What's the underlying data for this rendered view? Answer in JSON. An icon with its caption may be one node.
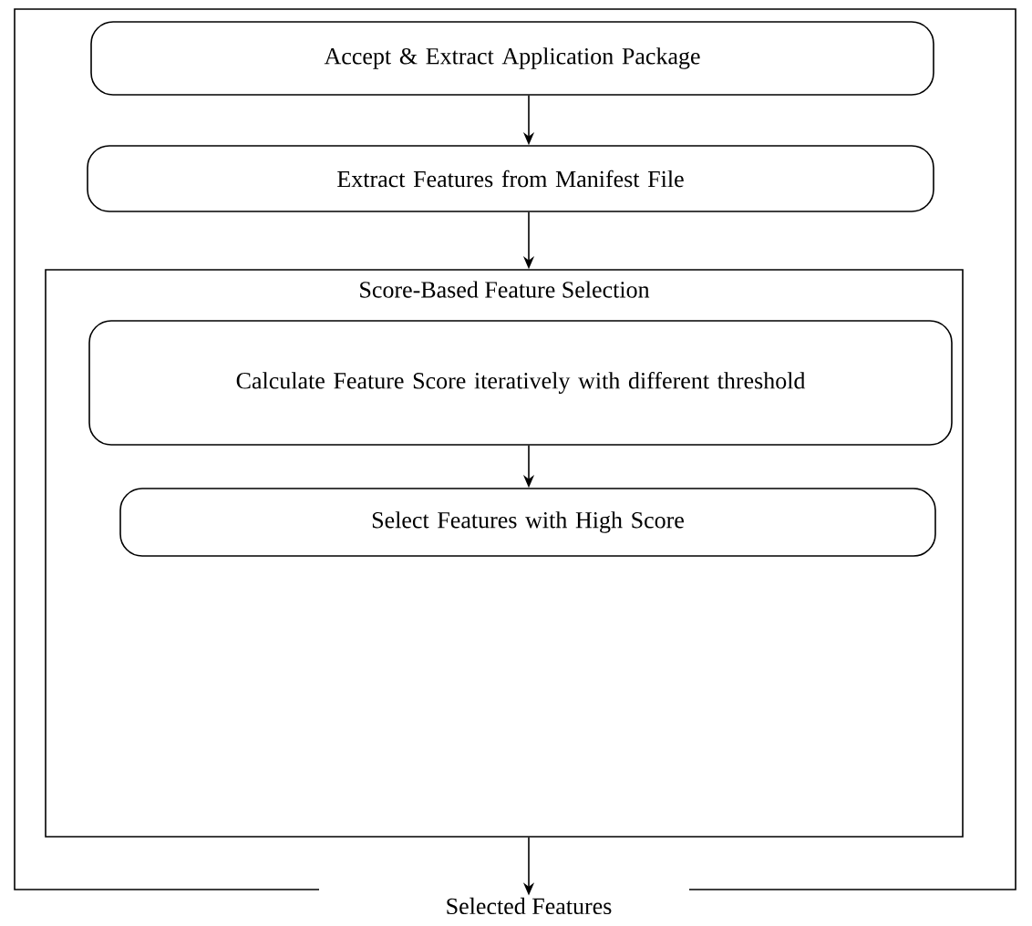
{
  "diagram": {
    "nodes": [
      {
        "text": [],
        "shape": "box"
      },
      {
        "text": [
          "Accept & Extract Application Package"
        ],
        "in": 0
      },
      {
        "text": [
          "Extract Features from Manifest File"
        ],
        "in": 0
      },
      {
        "text": [
          "Score-Based Feature Selection"
        ],
        "in": 0
      },
      {
        "text": [
          "Calculate Feature Score iteratively with different threshold"
        ],
        "in": 3
      },
      {
        "text": [
          "Select Features with High Score"
        ],
        "in": 3
      },
      {
        "text": [
          "Selected Features"
        ]
      }
    ],
    "edges": [
      {
        "from": 1,
        "to": 2,
        "arrow": "to"
      },
      {
        "from": 2,
        "to": 3,
        "arrow": "to"
      },
      {
        "from": 4,
        "to": 5,
        "arrow": "to"
      },
      {
        "from": 3,
        "to": 6,
        "arrow": "to"
      }
    ]
  }
}
